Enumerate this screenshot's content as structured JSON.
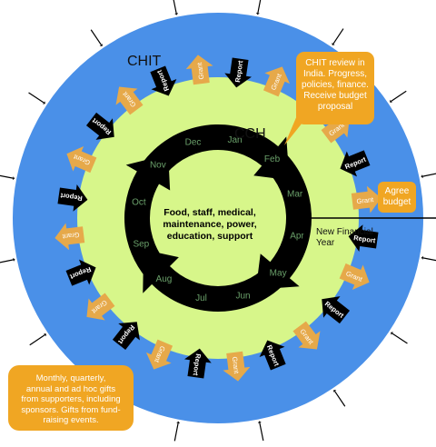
{
  "labels": {
    "chit": "CHIT",
    "cch": "CCH",
    "new_financial_year_line1": "New Financial",
    "new_financial_year_line2": "Year",
    "center_text": [
      "Food, staff, medical,",
      "maintenance, power,",
      "education, support"
    ]
  },
  "months": [
    "Jan",
    "Feb",
    "Mar",
    "Apr",
    "May",
    "Jun",
    "Jul",
    "Aug",
    "Sep",
    "Oct",
    "Nov",
    "Dec"
  ],
  "ring_arrows": {
    "outward_label": "Report",
    "inward_label": "Grant",
    "count_each": 12
  },
  "callouts": {
    "review": [
      "CHIT review in",
      "India. Progress,",
      "policies, finance.",
      "Receive budget",
      "proposal"
    ],
    "budget": [
      "Agree",
      "budget"
    ],
    "gifts": [
      "Monthly, quarterly,",
      "annual and ad hoc gifts",
      "from supporters, including",
      "sponsors. Gifts from fund-",
      "raising events."
    ]
  },
  "colors": {
    "outer_ring": "#4a90e8",
    "inner_ring": "#d7f68a",
    "report_arrow": "#000000",
    "grant_arrow": "#e6a94a",
    "callout": "#f0a623",
    "month_text": "#6aa06a"
  }
}
